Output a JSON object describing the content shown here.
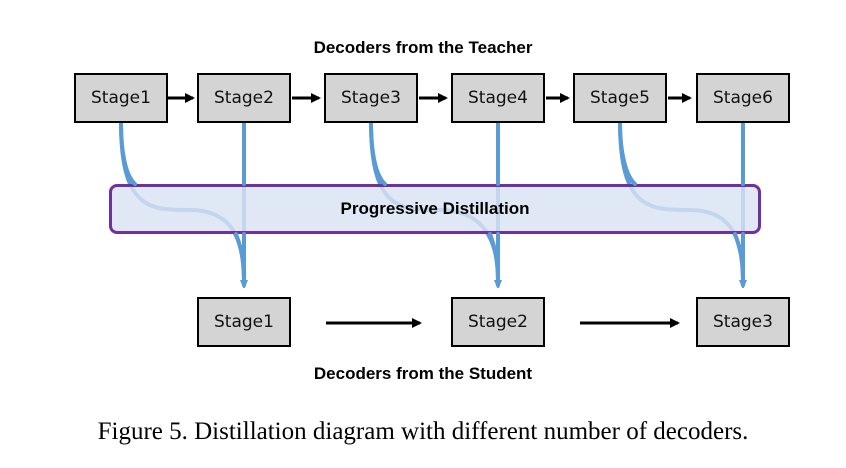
{
  "teacher": {
    "heading": "Decoders from  the Teacher",
    "stages": [
      "Stage1",
      "Stage2",
      "Stage3",
      "Stage4",
      "Stage5",
      "Stage6"
    ]
  },
  "student": {
    "heading": "Decoders from  the Student",
    "stages": [
      "Stage1",
      "Stage2",
      "Stage3"
    ]
  },
  "distillation": {
    "label": "Progressive Distillation"
  },
  "caption": "Figure 5. Distillation diagram with different number of decoders.",
  "colors": {
    "stage_fill": "#d4d4d4",
    "band_fill": "#dae3f3",
    "band_border": "#7030a0",
    "connector": "#5b9bd5",
    "arrow": "#000000"
  }
}
